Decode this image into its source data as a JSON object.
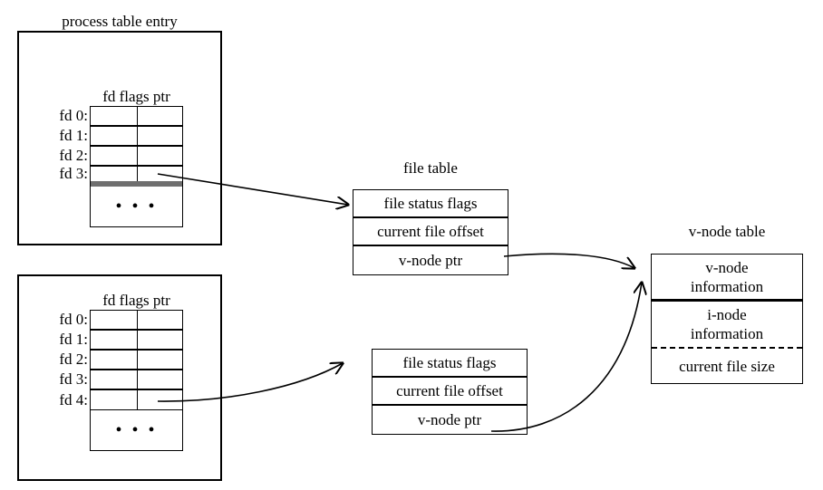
{
  "figure": {
    "title_process_table": "process table entry",
    "title_file_table": "file table",
    "title_vnode_table": "v-node table",
    "fd_header": "fd flags  ptr",
    "ellipsis": "• • •"
  },
  "process_entries": [
    {
      "name": "process-table-entry-1",
      "caption": "process table entry",
      "fd_header": "fd flags  ptr",
      "rows": [
        {
          "label": "fd 0:"
        },
        {
          "label": "fd 1:"
        },
        {
          "label": "fd 2:"
        },
        {
          "label": "fd 3:"
        }
      ],
      "ellipsis": "• • •"
    },
    {
      "name": "process-table-entry-2",
      "caption": "",
      "fd_header": "fd flags  ptr",
      "rows": [
        {
          "label": "fd 0:"
        },
        {
          "label": "fd 1:"
        },
        {
          "label": "fd 2:"
        },
        {
          "label": "fd 3:"
        },
        {
          "label": "fd 4:"
        }
      ],
      "ellipsis": "• • •"
    }
  ],
  "file_tables": [
    {
      "name": "file-table-1",
      "caption": "file table",
      "rows": [
        "file status flags",
        "current file offset",
        "v-node ptr"
      ]
    },
    {
      "name": "file-table-2",
      "caption": "",
      "rows": [
        "file status flags",
        "current file offset",
        "v-node ptr"
      ]
    }
  ],
  "vnode_table": {
    "caption": "v-node table",
    "rows": [
      {
        "line1": "v-node",
        "line2": "information"
      },
      {
        "line1": "i-node",
        "line2": "information"
      },
      {
        "line1": "current file size",
        "line2": ""
      }
    ]
  },
  "colors": {
    "stroke": "#000000",
    "background": "#ffffff",
    "highlight_rule": "#6f6f6f"
  }
}
